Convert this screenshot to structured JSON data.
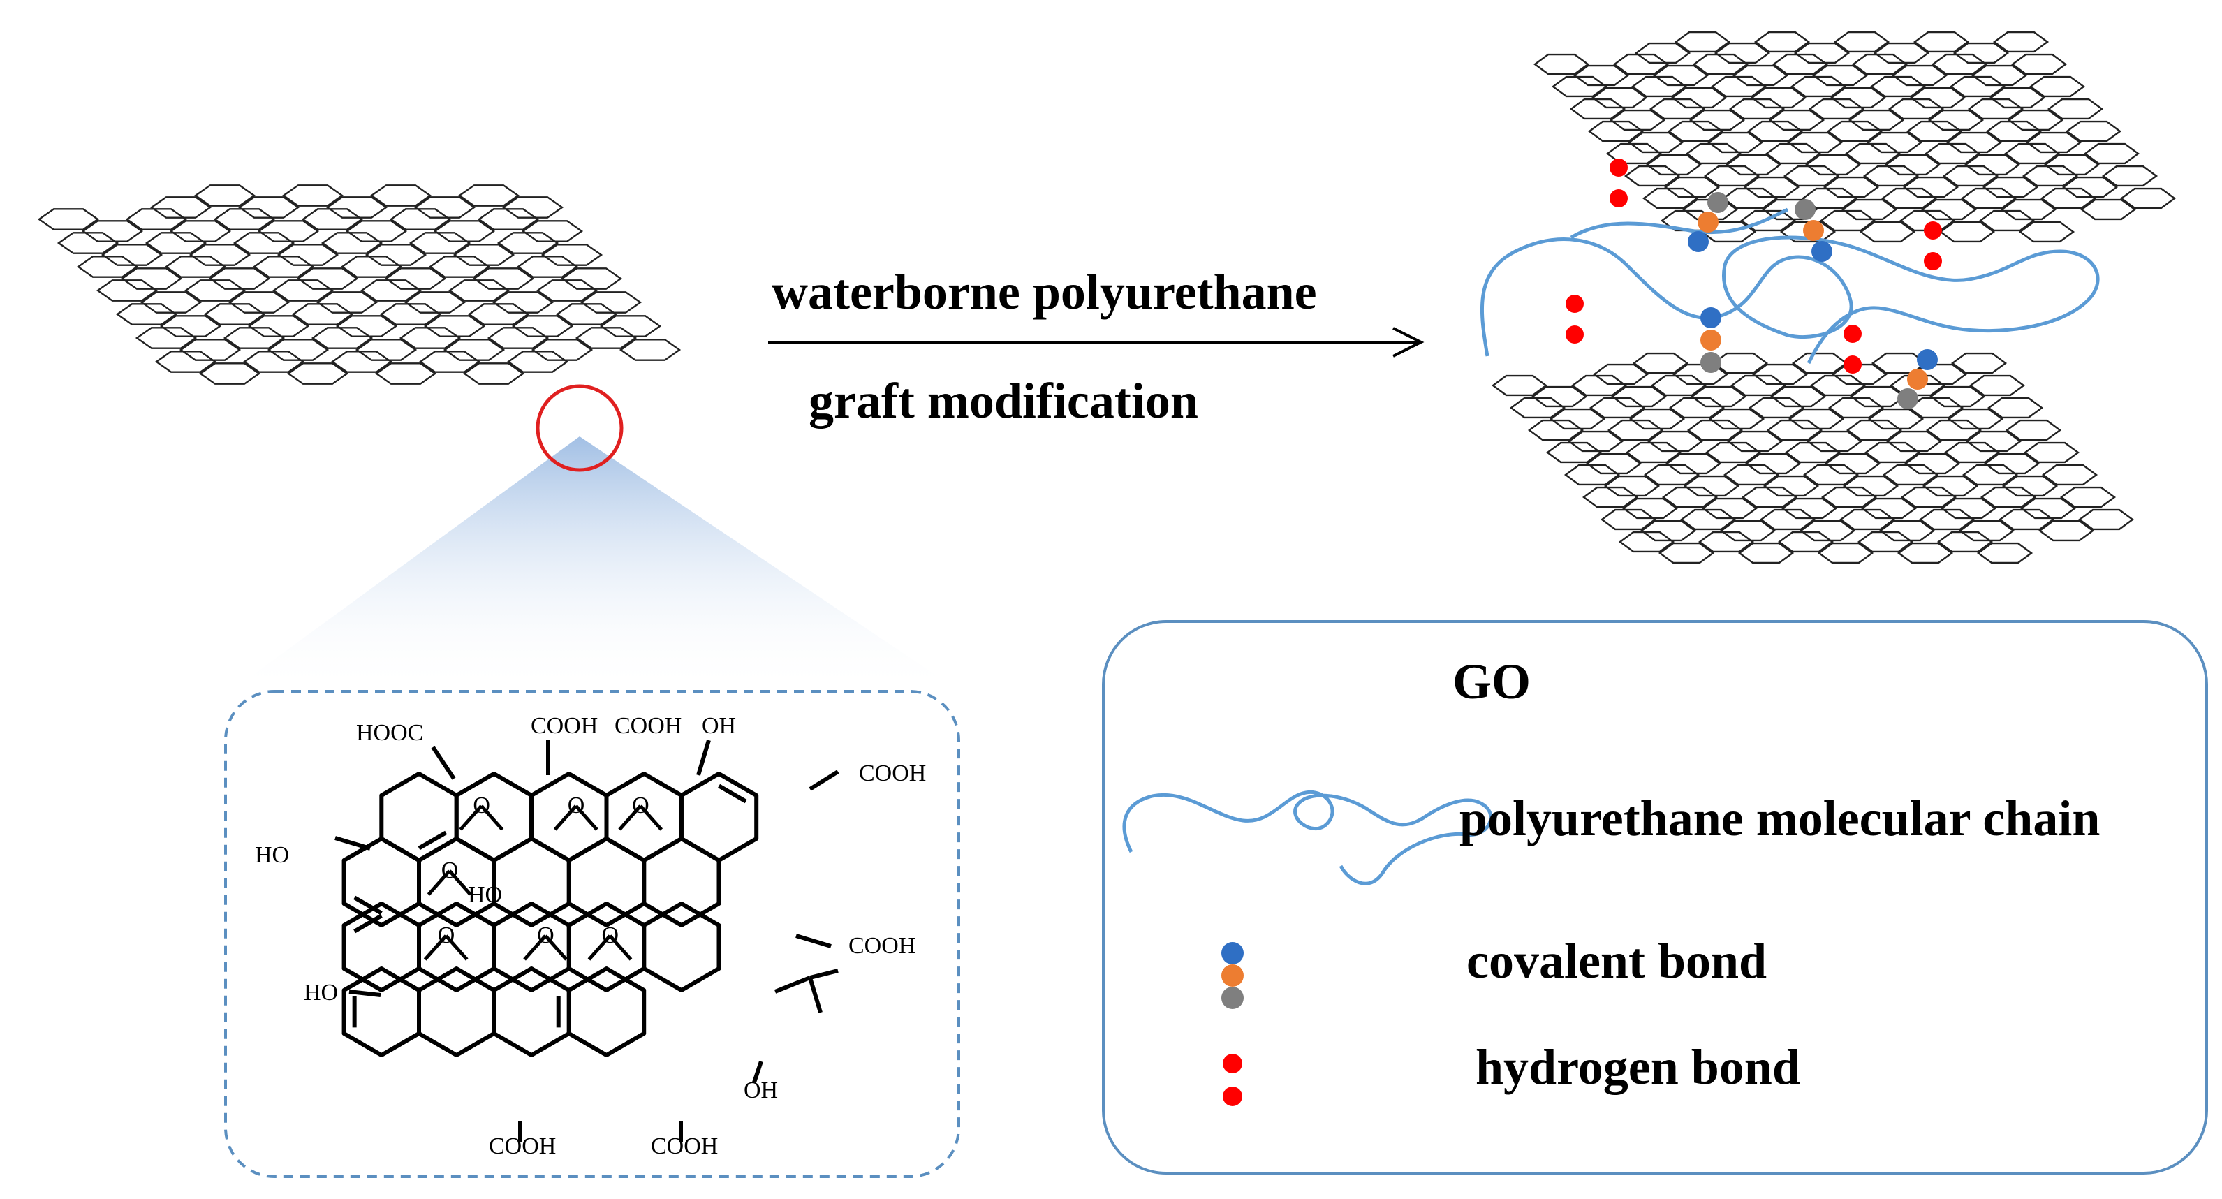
{
  "reaction": {
    "arrow_label_top": "waterborne polyurethane",
    "arrow_label_bottom": "graft modification"
  },
  "legend": {
    "items": [
      {
        "label": "GO",
        "icon": "graphene-sheet-icon"
      },
      {
        "label": "polyurethane molecular chain",
        "icon": "polymer-chain-icon"
      },
      {
        "label": "covalent bond",
        "icon": "covalent-bond-icon"
      },
      {
        "label": "hydrogen bond",
        "icon": "hydrogen-bond-icon"
      }
    ]
  },
  "structure": {
    "groups": [
      "HOOC",
      "COOH",
      "COOH",
      "OH",
      "COOH",
      "HO",
      "HO",
      "COOH",
      "HO",
      "OH",
      "COOH",
      "COOH"
    ],
    "oxygen": "O"
  },
  "colors": {
    "chain": "#5b9bd5",
    "atom_blue": "#2f6fc4",
    "atom_orange": "#ed7d31",
    "atom_gray": "#7f7f7f",
    "hydrogen": "#ff0000",
    "zoom_circle": "#e02020",
    "frame": "#5b8fc0"
  }
}
